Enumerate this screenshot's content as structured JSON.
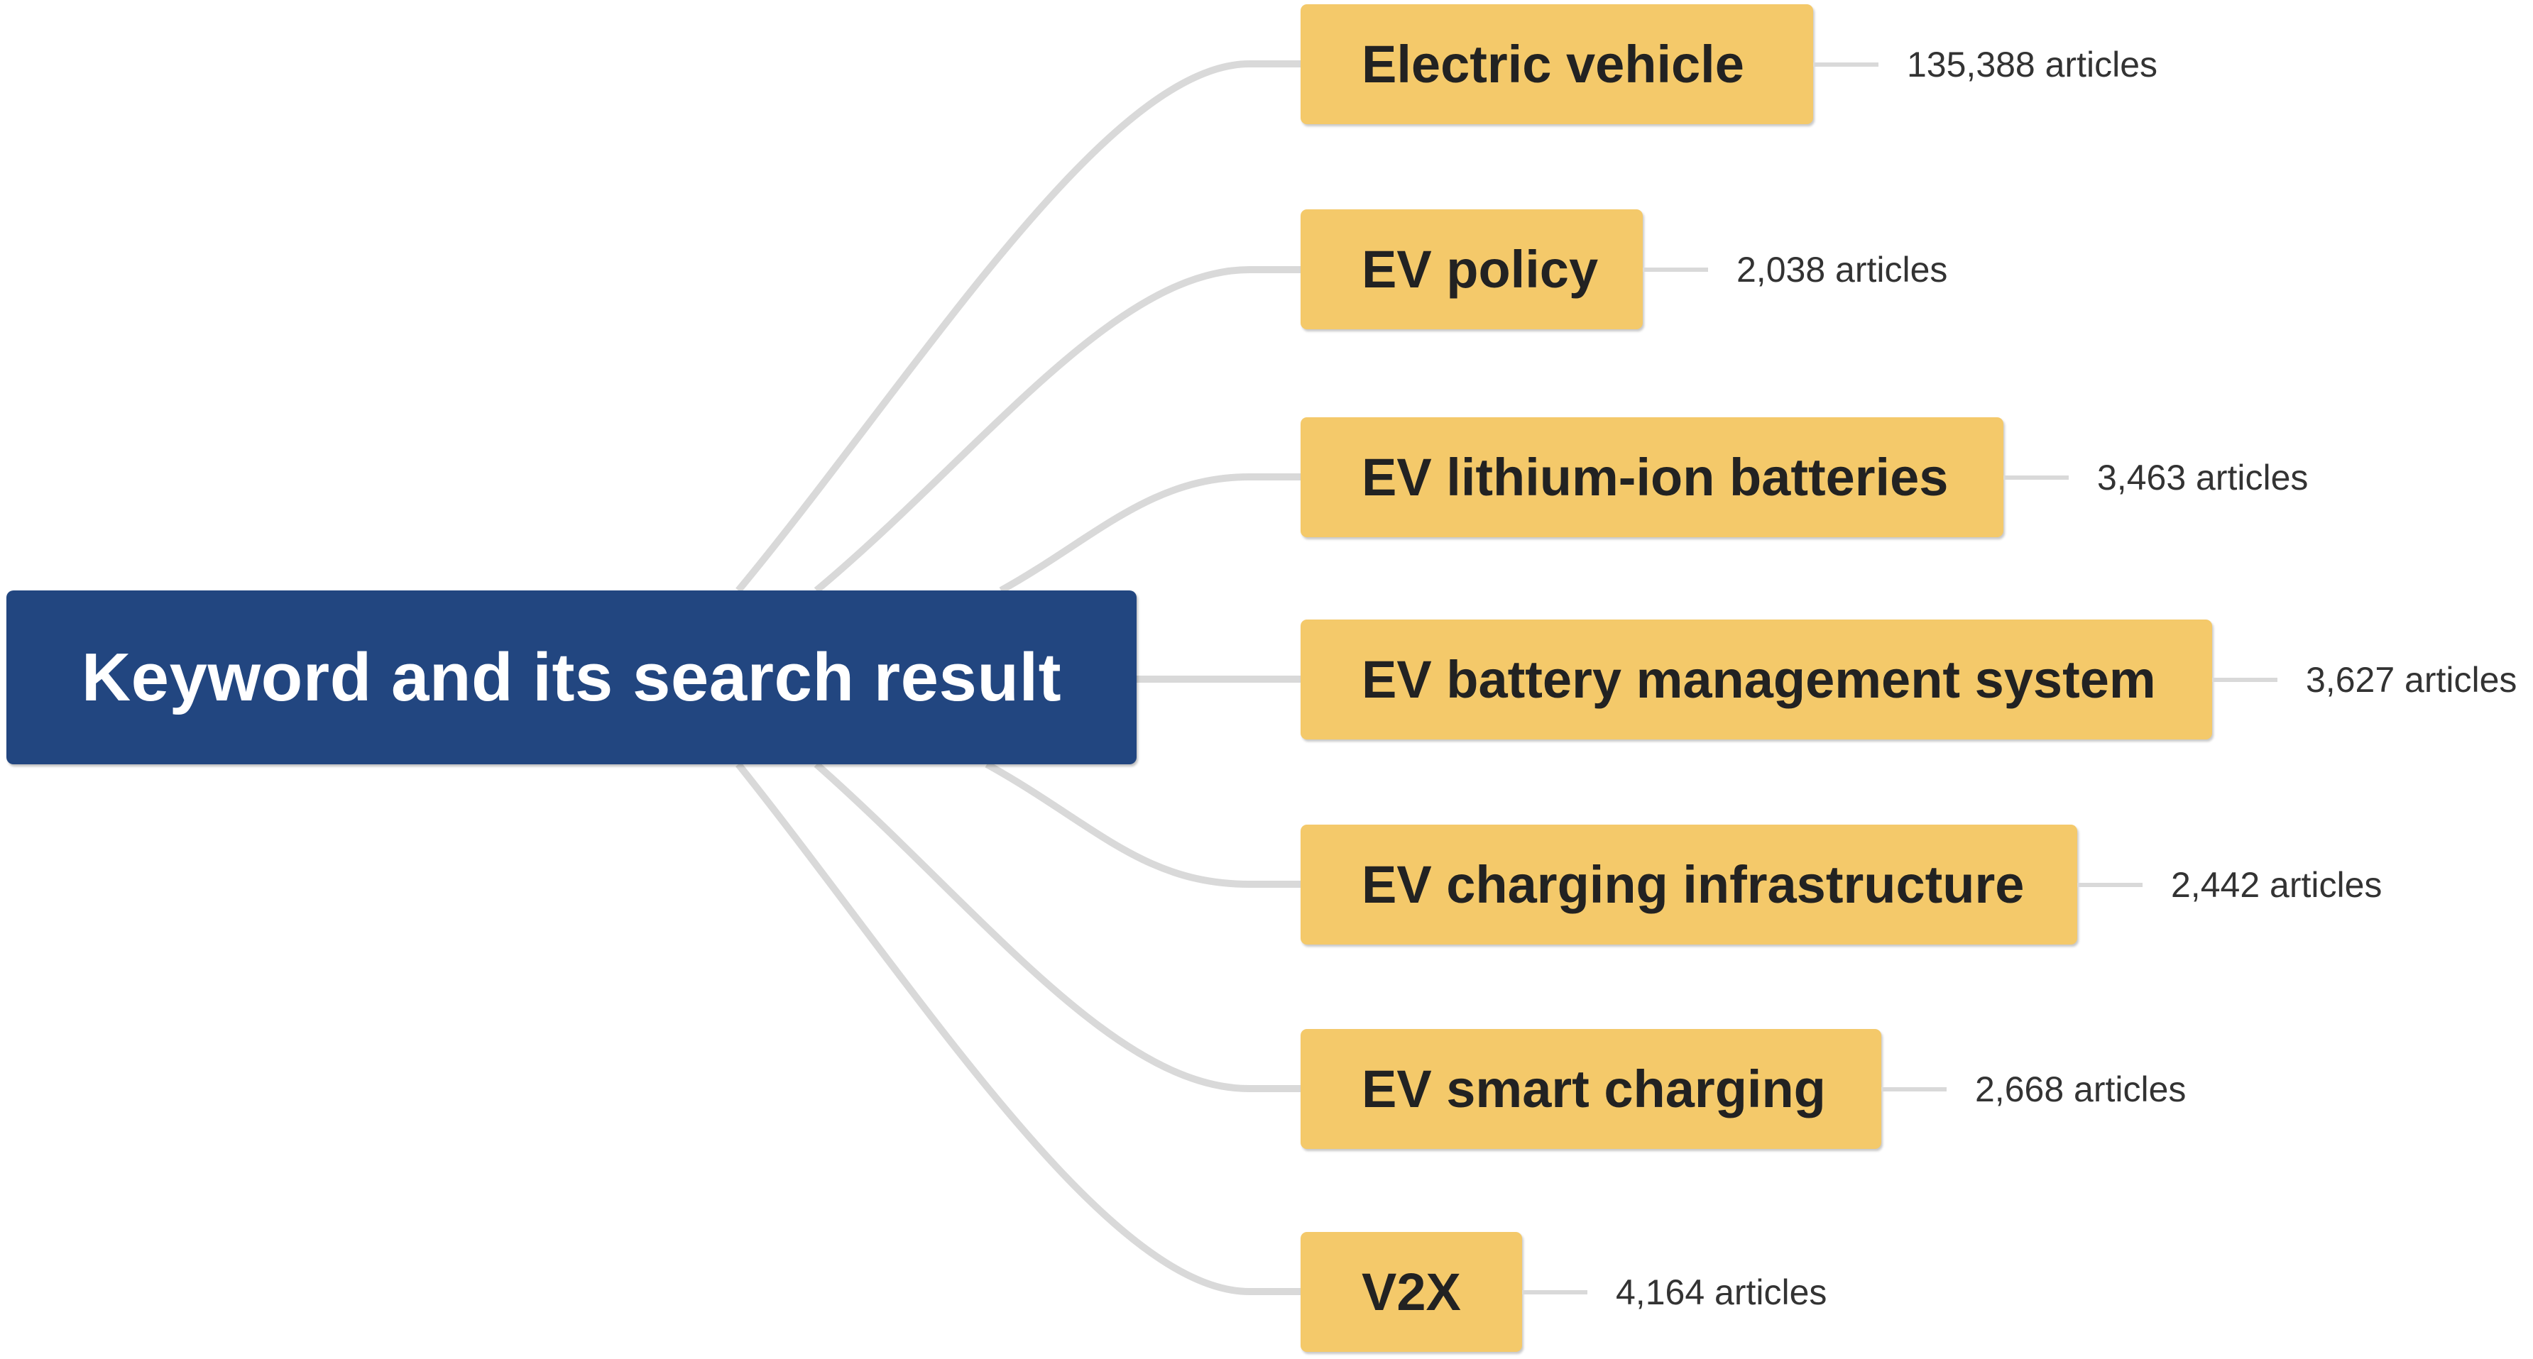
{
  "root": {
    "label": "Keyword and its search result"
  },
  "branches": [
    {
      "keyword": "Electric vehicle",
      "count": "135,388 articles"
    },
    {
      "keyword": "EV policy",
      "count": "2,038 articles"
    },
    {
      "keyword": "EV lithium-ion batteries",
      "count": "3,463 articles"
    },
    {
      "keyword": "EV battery management system",
      "count": "3,627 articles"
    },
    {
      "keyword": "EV charging infrastructure",
      "count": "2,442 articles"
    },
    {
      "keyword": "EV smart charging",
      "count": "2,668 articles"
    },
    {
      "keyword": "V2X",
      "count": "4,164 articles"
    }
  ],
  "colors": {
    "root_fill": "#224680",
    "keyword_fill": "#f4c96a",
    "connector": "#d9d9d9"
  }
}
